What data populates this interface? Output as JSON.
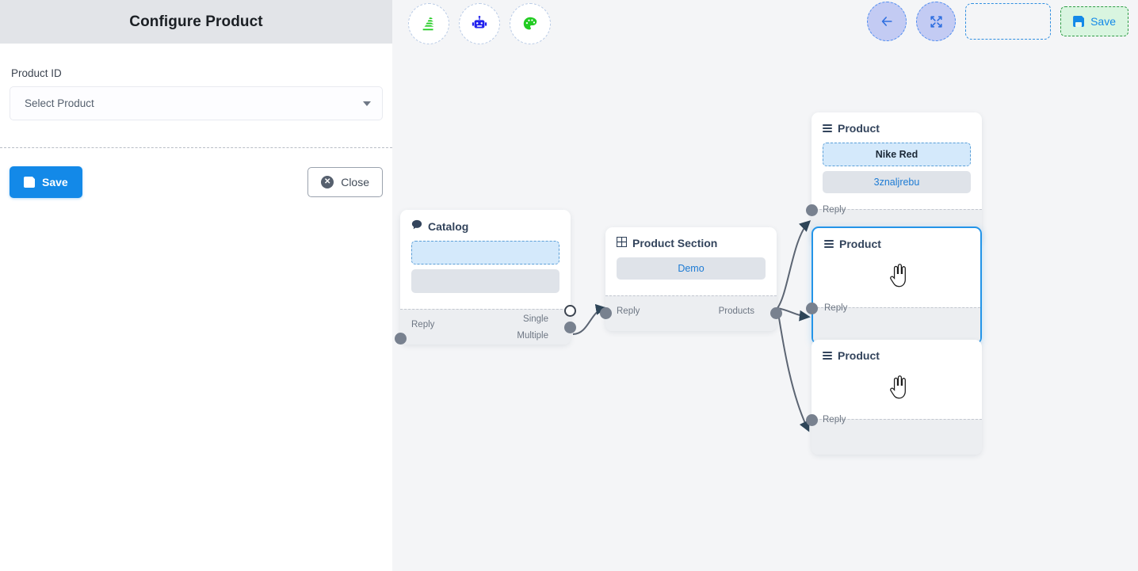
{
  "panel": {
    "title": "Configure Product",
    "field_label": "Product ID",
    "select_placeholder": "Select Product",
    "save_label": "Save",
    "close_label": "Close"
  },
  "toolbar": {
    "left_tools": [
      {
        "name": "layers-stack-icon",
        "color": "#22cc22"
      },
      {
        "name": "robot-icon",
        "color": "#2222ee"
      },
      {
        "name": "palette-icon",
        "color": "#22cc22"
      }
    ],
    "back_icon": "arrow-left-icon",
    "fit_icon": "compress-icon",
    "save_label": "Save",
    "accent_blue": "#1389e8",
    "save_green_bg": "#d9f5e0",
    "save_green_border": "#2f9c45"
  },
  "canvas": {
    "background": "#f4f5f7",
    "edge_color": "#5c6573",
    "nodes": [
      {
        "id": "catalog",
        "title": "Catalog",
        "icon": "chat-bubble-icon",
        "chips": [
          "",
          ""
        ],
        "footer_in": "Reply",
        "out_ports": [
          "Single",
          "Multiple"
        ],
        "selected": false
      },
      {
        "id": "product-section",
        "title": "Product Section",
        "icon": "grid-table-icon",
        "chips": [
          "Demo"
        ],
        "footer_in": "Reply",
        "out_ports": [
          "Products"
        ],
        "selected": false
      },
      {
        "id": "product-1",
        "title": "Product",
        "icon": "hamburger-icon",
        "chips": [
          "Nike Red",
          "3znaljrebu"
        ],
        "footer_in": "Reply",
        "out_ports": [],
        "selected": false
      },
      {
        "id": "product-2",
        "title": "Product",
        "icon": "hamburger-icon",
        "chips": [],
        "footer_in": "Reply",
        "out_ports": [],
        "selected": true
      },
      {
        "id": "product-3",
        "title": "Product",
        "icon": "hamburger-icon",
        "chips": [],
        "footer_in": "Reply",
        "out_ports": [],
        "selected": false
      }
    ]
  }
}
